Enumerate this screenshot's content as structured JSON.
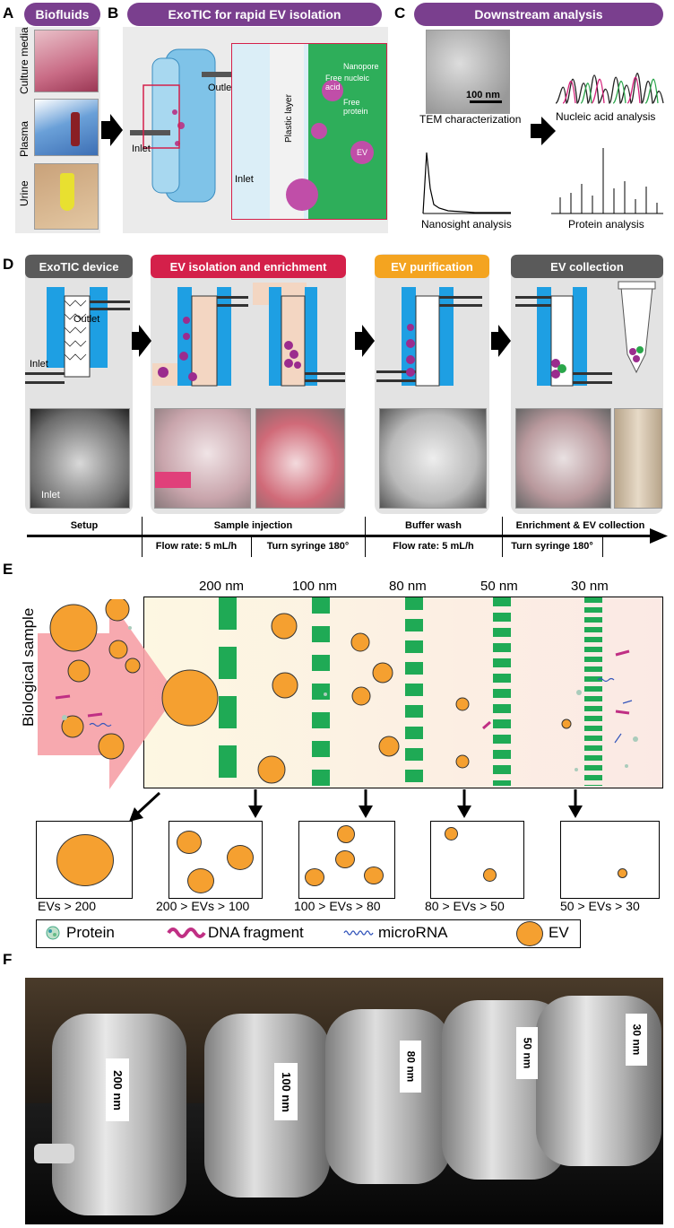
{
  "panel_a": {
    "letter": "A",
    "title": "Biofluids",
    "samples": [
      "Culture media",
      "Plasma",
      "Urine"
    ]
  },
  "panel_b": {
    "letter": "B",
    "title": "ExoTIC for rapid EV isolation",
    "labels": {
      "outlet": "Outlet",
      "inlet_left": "Inlet",
      "inlet_zoom": "Inlet",
      "plastic_layer": "Plastic layer",
      "nanopore": "Nanopore",
      "free_nucleic_acid": "Free nucleic acid",
      "free_protein": "Free protein",
      "ev": "EV"
    }
  },
  "panel_c": {
    "letter": "C",
    "title": "Downstream analysis",
    "scale_bar": "100 nm",
    "captions": {
      "tem": "TEM characterization",
      "nucleic": "Nucleic acid analysis",
      "nanosight": "Nanosight analysis",
      "protein": "Protein analysis"
    }
  },
  "panel_d": {
    "letter": "D",
    "steps": [
      {
        "title": "ExoTIC device",
        "color": "#5a5a5a"
      },
      {
        "title": "EV isolation and enrichment",
        "color": "#d4204a"
      },
      {
        "title": "EV purification",
        "color": "#f4a420"
      },
      {
        "title": "EV collection",
        "color": "#5a5a5a"
      }
    ],
    "labels": {
      "outlet": "Outlet",
      "inlet": "Inlet",
      "inlet_photo": "Inlet"
    },
    "timeline": {
      "phases": [
        "Setup",
        "Sample injection",
        "Buffer wash",
        "Enrichment & EV collection"
      ],
      "sub": [
        "Flow rate: 5 mL/h",
        "Turn syringe 180°",
        "Flow rate: 5 mL/h",
        "Turn syringe 180°"
      ]
    }
  },
  "panel_e": {
    "letter": "E",
    "side_label": "Biological sample",
    "filters": [
      "200 nm",
      "100 nm",
      "80 nm",
      "50 nm",
      "30 nm"
    ],
    "bins": [
      "EVs > 200",
      "200 > EVs > 100",
      "100 > EVs > 80",
      "80 > EVs > 50",
      "50 > EVs > 30"
    ],
    "legend": {
      "protein": "Protein",
      "dna": "DNA fragment",
      "mirna": "microRNA",
      "ev": "EV"
    },
    "colors": {
      "ev": "#f5a030",
      "filter": "#1faa55"
    }
  },
  "panel_f": {
    "letter": "F",
    "filters": [
      "200 nm",
      "100 nm",
      "80 nm",
      "50 nm",
      "30 nm"
    ]
  }
}
